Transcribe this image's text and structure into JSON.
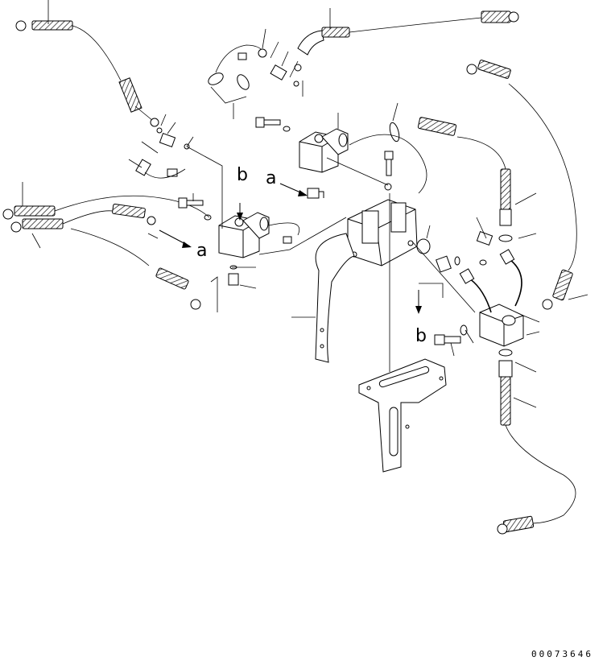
{
  "figure": {
    "reference_code": "00073646",
    "view_labels": [
      "a",
      "a",
      "b",
      "b"
    ]
  }
}
